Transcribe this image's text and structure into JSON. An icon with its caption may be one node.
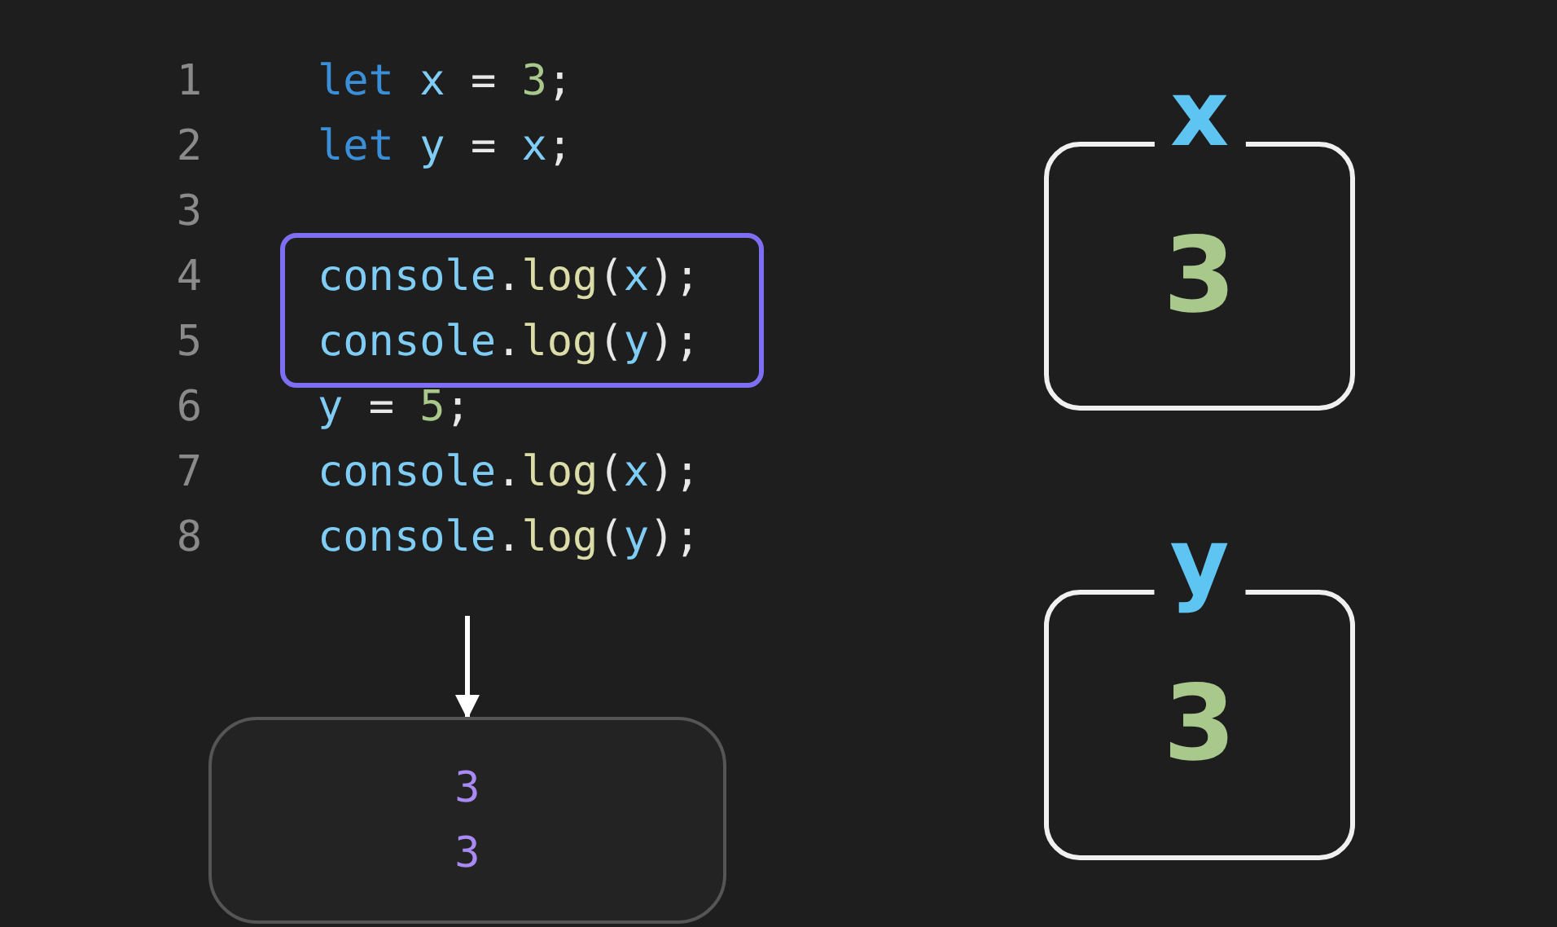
{
  "diagram": {
    "nodes": [
      {
        "text": [
          "console.log(x);",
          "console.log(y);"
        ]
      },
      {
        "text": [
          "3",
          "3"
        ]
      },
      {
        "text": [
          "x",
          "3"
        ]
      },
      {
        "text": [
          "y",
          "3"
        ]
      }
    ],
    "edges": [
      {
        "from": null,
        "to": 1,
        "arrow": "to"
      }
    ],
    "labels": [
      "1",
      "let x = 3;",
      "2",
      "let y = x;",
      "3",
      "4",
      "5",
      "6",
      "y = 5;",
      "7",
      "console.log(x);",
      "8",
      "console.log(y);"
    ]
  }
}
